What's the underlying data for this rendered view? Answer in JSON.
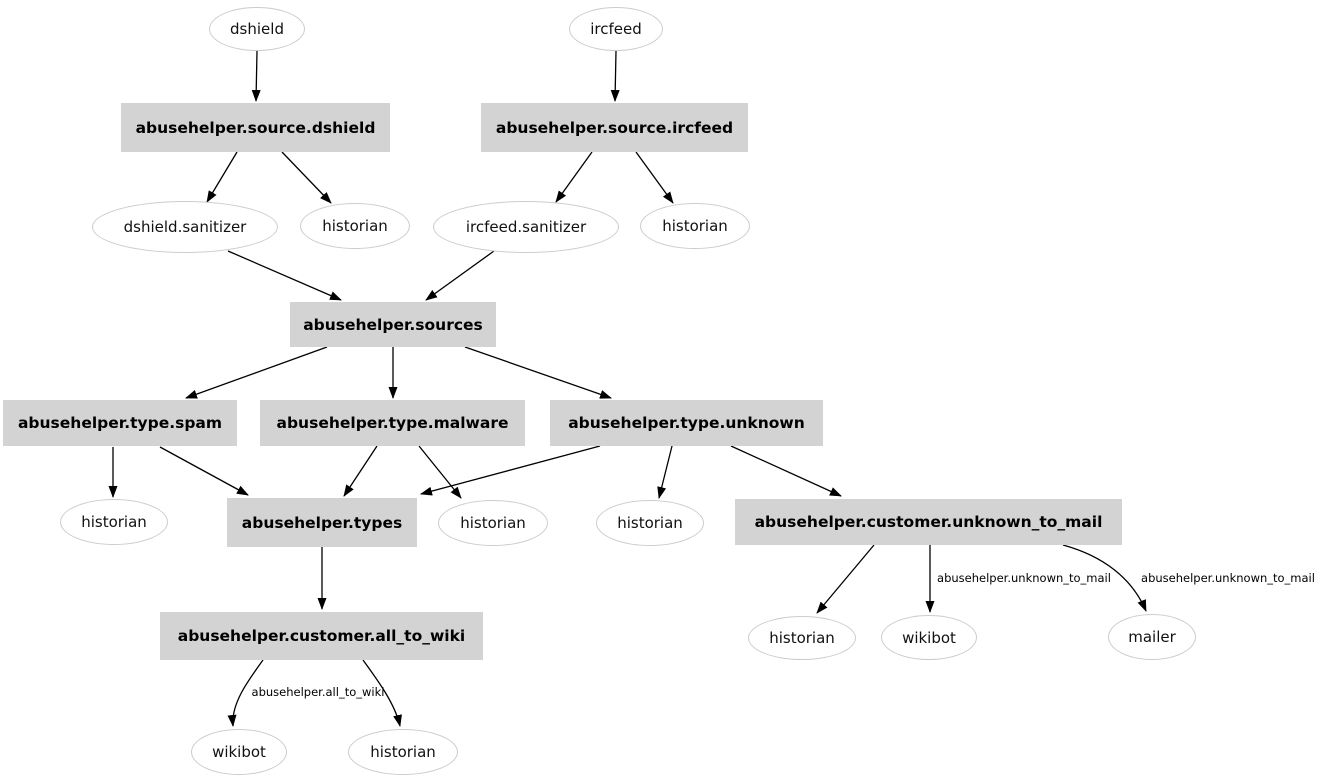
{
  "styles": {
    "background": "#ffffff",
    "box_fill": "#d3d3d3",
    "ellipse_fill": "#ffffff",
    "ellipse_stroke": "#cccccc",
    "edge_color": "#000000",
    "text_color": "#000000"
  },
  "nodes": [
    {
      "id": "dshield",
      "label": "dshield",
      "shape": "ellipse"
    },
    {
      "id": "ircfeed",
      "label": "ircfeed",
      "shape": "ellipse"
    },
    {
      "id": "abusehelper.source.dshield",
      "label": "abusehelper.source.dshield",
      "shape": "box"
    },
    {
      "id": "abusehelper.source.ircfeed",
      "label": "abusehelper.source.ircfeed",
      "shape": "box"
    },
    {
      "id": "dshield.sanitizer",
      "label": "dshield.sanitizer",
      "shape": "ellipse"
    },
    {
      "id": "historian-1",
      "label": "historian",
      "shape": "ellipse"
    },
    {
      "id": "ircfeed.sanitizer",
      "label": "ircfeed.sanitizer",
      "shape": "ellipse"
    },
    {
      "id": "historian-2",
      "label": "historian",
      "shape": "ellipse"
    },
    {
      "id": "abusehelper.sources",
      "label": "abusehelper.sources",
      "shape": "box"
    },
    {
      "id": "abusehelper.type.spam",
      "label": "abusehelper.type.spam",
      "shape": "box"
    },
    {
      "id": "abusehelper.type.malware",
      "label": "abusehelper.type.malware",
      "shape": "box"
    },
    {
      "id": "abusehelper.type.unknown",
      "label": "abusehelper.type.unknown",
      "shape": "box"
    },
    {
      "id": "historian-3",
      "label": "historian",
      "shape": "ellipse"
    },
    {
      "id": "abusehelper.types",
      "label": "abusehelper.types",
      "shape": "box"
    },
    {
      "id": "historian-4",
      "label": "historian",
      "shape": "ellipse"
    },
    {
      "id": "historian-5",
      "label": "historian",
      "shape": "ellipse"
    },
    {
      "id": "abusehelper.customer.unknown_to_mail",
      "label": "abusehelper.customer.unknown_to_mail",
      "shape": "box"
    },
    {
      "id": "abusehelper.customer.all_to_wiki",
      "label": "abusehelper.customer.all_to_wiki",
      "shape": "box"
    },
    {
      "id": "historian-6",
      "label": "historian",
      "shape": "ellipse"
    },
    {
      "id": "wikibot-1",
      "label": "wikibot",
      "shape": "ellipse"
    },
    {
      "id": "mailer",
      "label": "mailer",
      "shape": "ellipse"
    },
    {
      "id": "wikibot-2",
      "label": "wikibot",
      "shape": "ellipse"
    },
    {
      "id": "historian-7",
      "label": "historian",
      "shape": "ellipse"
    }
  ],
  "edges": [
    {
      "from": "dshield",
      "to": "abusehelper.source.dshield",
      "label": ""
    },
    {
      "from": "ircfeed",
      "to": "abusehelper.source.ircfeed",
      "label": ""
    },
    {
      "from": "abusehelper.source.dshield",
      "to": "dshield.sanitizer",
      "label": ""
    },
    {
      "from": "abusehelper.source.dshield",
      "to": "historian-1",
      "label": ""
    },
    {
      "from": "abusehelper.source.ircfeed",
      "to": "ircfeed.sanitizer",
      "label": ""
    },
    {
      "from": "abusehelper.source.ircfeed",
      "to": "historian-2",
      "label": ""
    },
    {
      "from": "dshield.sanitizer",
      "to": "abusehelper.sources",
      "label": ""
    },
    {
      "from": "ircfeed.sanitizer",
      "to": "abusehelper.sources",
      "label": ""
    },
    {
      "from": "abusehelper.sources",
      "to": "abusehelper.type.spam",
      "label": ""
    },
    {
      "from": "abusehelper.sources",
      "to": "abusehelper.type.malware",
      "label": ""
    },
    {
      "from": "abusehelper.sources",
      "to": "abusehelper.type.unknown",
      "label": ""
    },
    {
      "from": "abusehelper.type.spam",
      "to": "historian-3",
      "label": ""
    },
    {
      "from": "abusehelper.type.spam",
      "to": "abusehelper.types",
      "label": ""
    },
    {
      "from": "abusehelper.type.malware",
      "to": "abusehelper.types",
      "label": ""
    },
    {
      "from": "abusehelper.type.malware",
      "to": "historian-4",
      "label": ""
    },
    {
      "from": "abusehelper.type.unknown",
      "to": "abusehelper.types",
      "label": ""
    },
    {
      "from": "abusehelper.type.unknown",
      "to": "historian-5",
      "label": ""
    },
    {
      "from": "abusehelper.type.unknown",
      "to": "abusehelper.customer.unknown_to_mail",
      "label": ""
    },
    {
      "from": "abusehelper.types",
      "to": "abusehelper.customer.all_to_wiki",
      "label": ""
    },
    {
      "from": "abusehelper.customer.unknown_to_mail",
      "to": "historian-6",
      "label": ""
    },
    {
      "from": "abusehelper.customer.unknown_to_mail",
      "to": "wikibot-1",
      "label": "abusehelper.unknown_to_mail"
    },
    {
      "from": "abusehelper.customer.unknown_to_mail",
      "to": "mailer",
      "label": "abusehelper.unknown_to_mail"
    },
    {
      "from": "abusehelper.customer.all_to_wiki",
      "to": "wikibot-2",
      "label": "abusehelper.all_to_wiki"
    },
    {
      "from": "abusehelper.customer.all_to_wiki",
      "to": "historian-7",
      "label": ""
    }
  ]
}
